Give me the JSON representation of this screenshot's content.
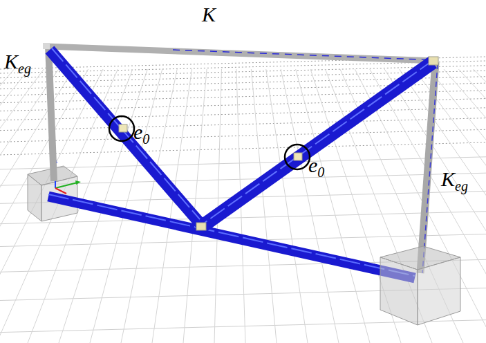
{
  "diagram": {
    "labels": [
      "K",
      "Keg",
      "e0",
      "e0",
      "Keg"
    ]
  }
}
